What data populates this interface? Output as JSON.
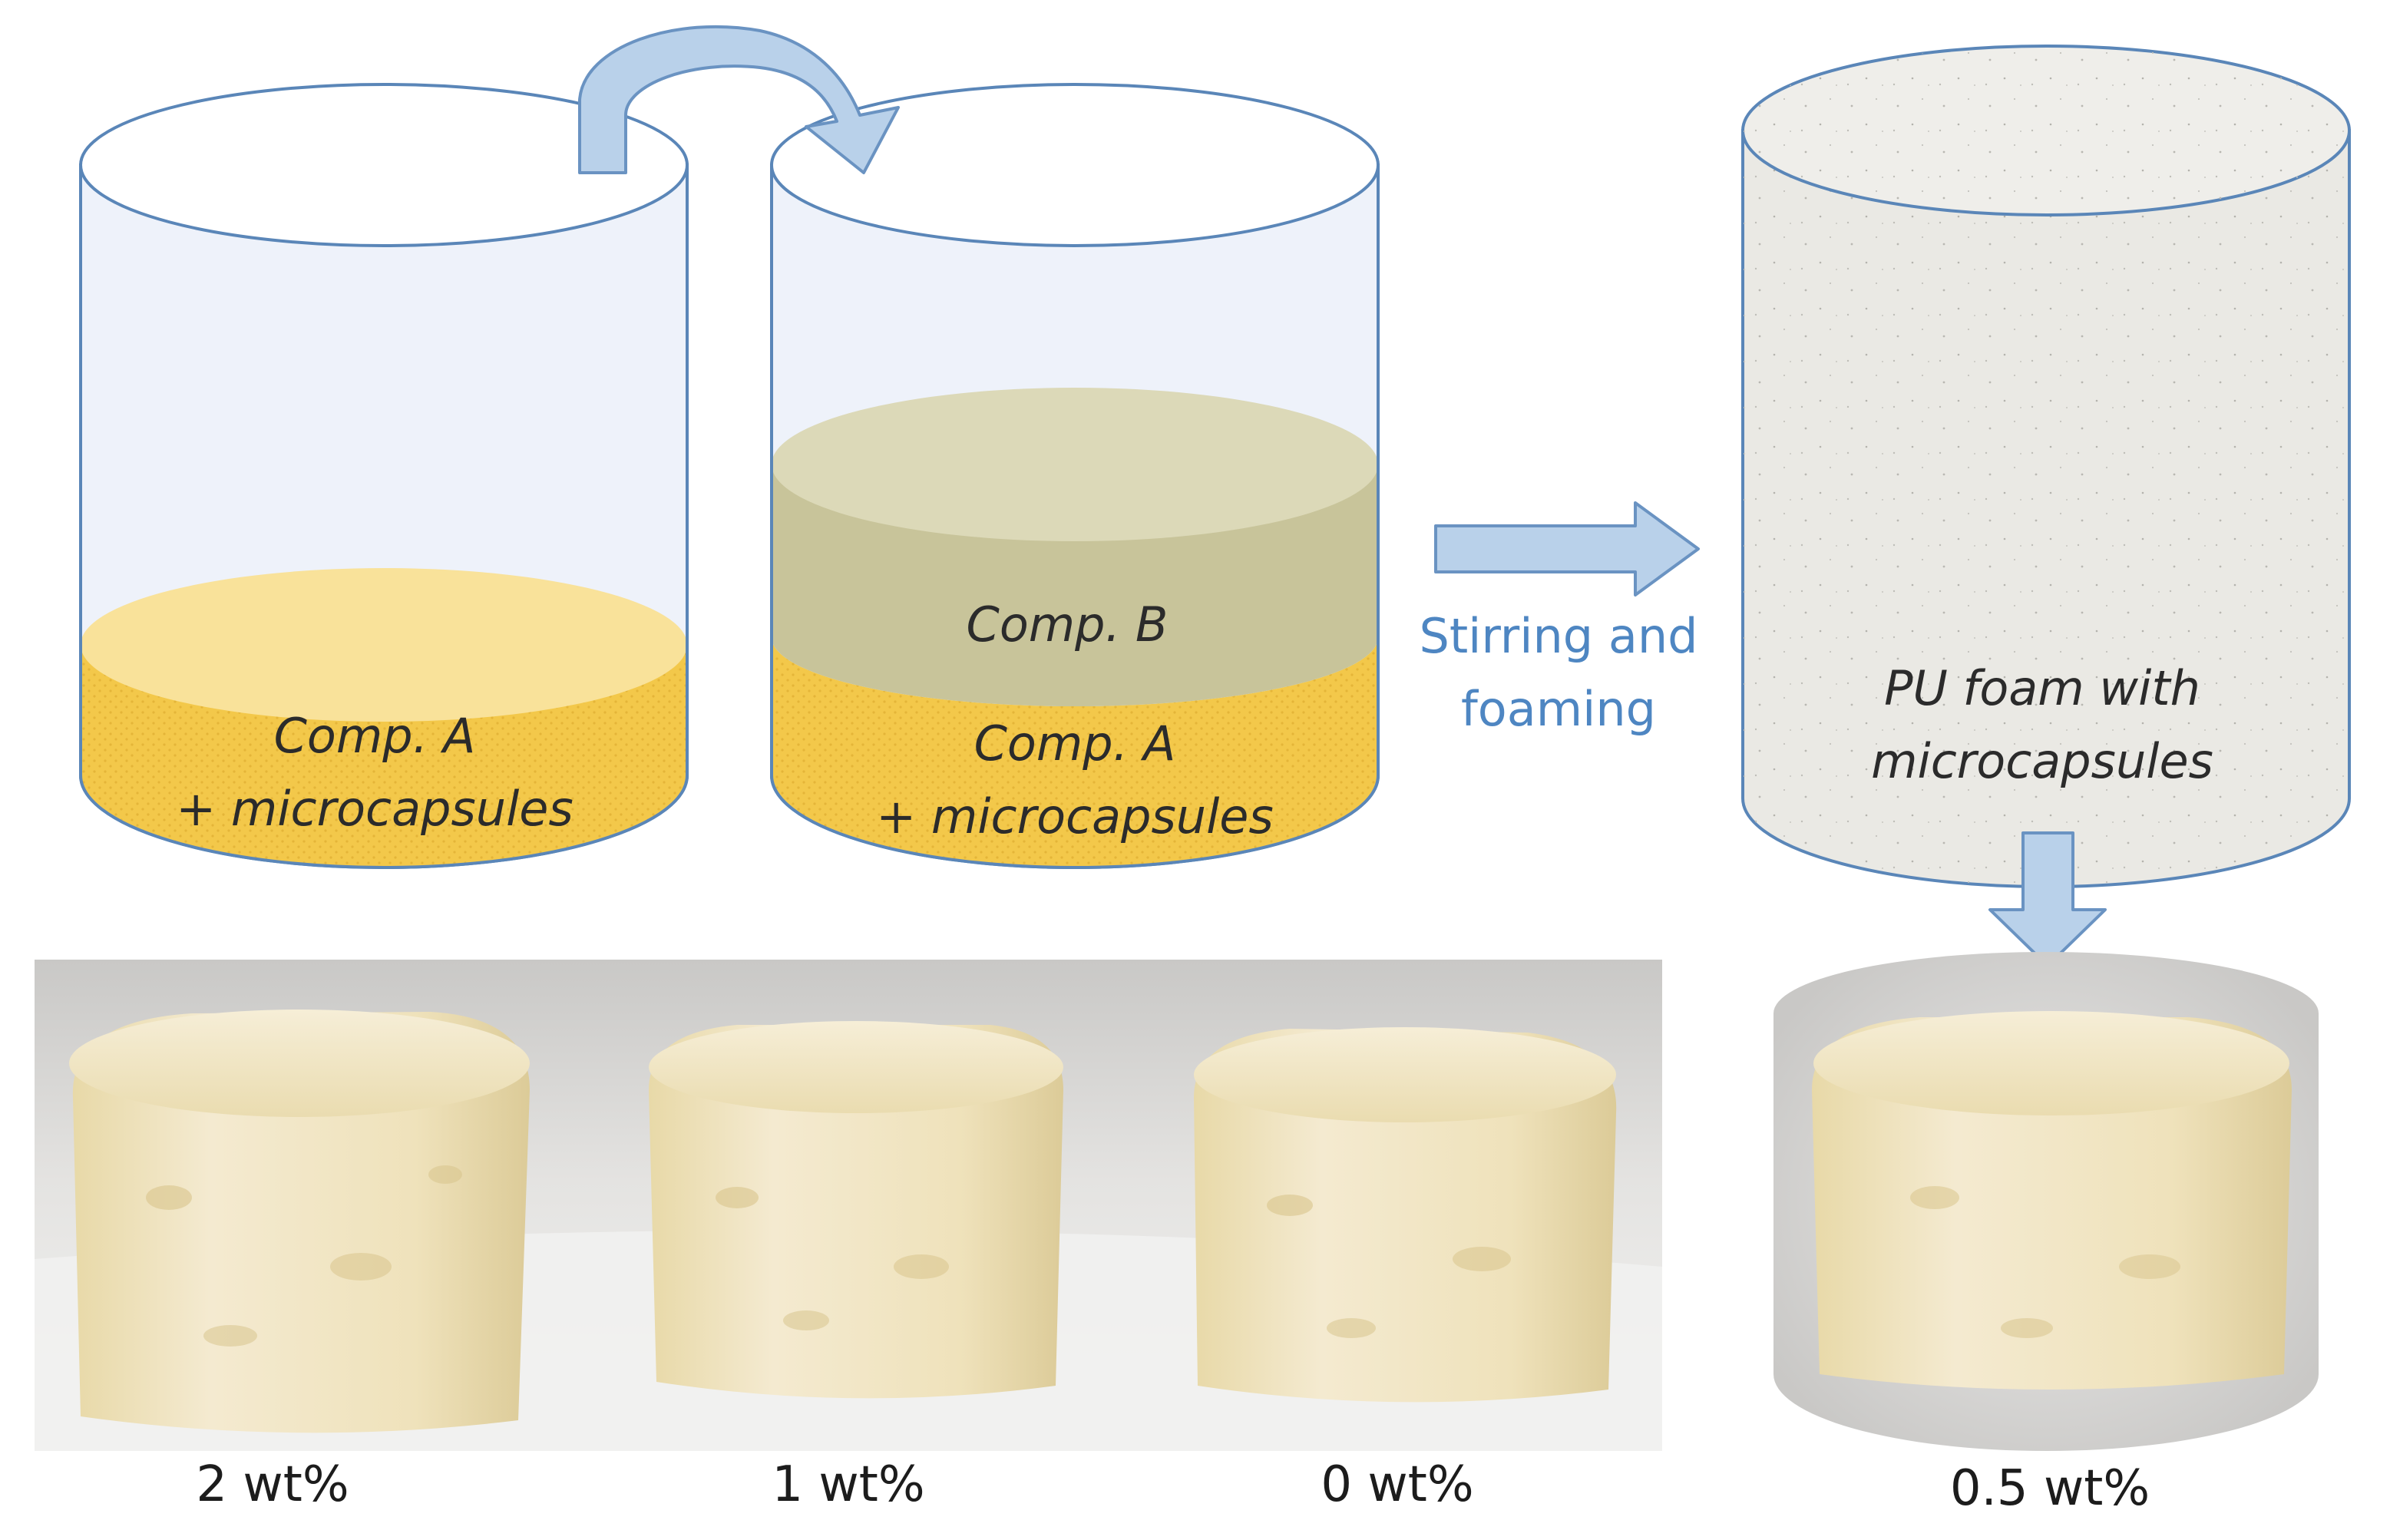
{
  "beaker1": {
    "line1": "Comp. A",
    "line2": "+ microcapsules"
  },
  "beaker2": {
    "top": "Comp. B",
    "line1": "Comp. A",
    "line2": "+ microcapsules"
  },
  "process": {
    "line1": "Stirring and",
    "line2": "foaming"
  },
  "foam_cylinder": {
    "line1": "PU foam with",
    "line2": "microcapsules"
  },
  "samples": [
    {
      "label": "2 wt%"
    },
    {
      "label": "1 wt%"
    },
    {
      "label": "0 wt%"
    },
    {
      "label": "0.5 wt%"
    }
  ],
  "colors": {
    "outline": "#5a86b8",
    "glass": "#eef2fa",
    "comp_a_side": "#f3c84a",
    "comp_a_top": "#f9e29a",
    "comp_b_side": "#c8c49a",
    "comp_b_top": "#dcd9b8",
    "arrow_fill": "#b9d1ea",
    "arrow_stroke": "#6a93c2",
    "foam_body": "#eae9e4",
    "foam_sample": "#ecdfb4",
    "photo_bg": "#d2d0ce"
  }
}
